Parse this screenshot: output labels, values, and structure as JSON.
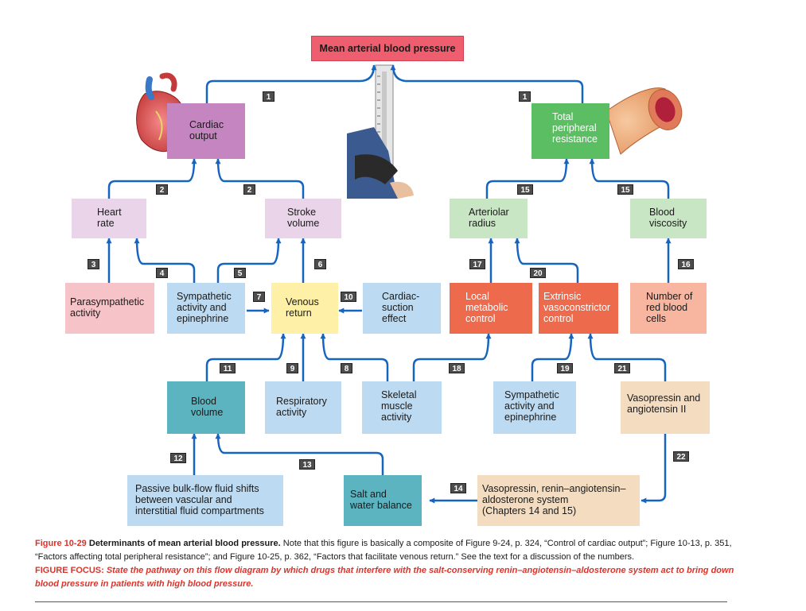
{
  "colors": {
    "arrow": "#1565c0",
    "top_box": "#ef5e6e",
    "purple": "#c485c0",
    "light_purple": "#ead4ea",
    "green": "#5cbe62",
    "light_green": "#c8e6c4",
    "pink": "#f6c3c8",
    "blue": "#bcdaf1",
    "yellow": "#fff0a8",
    "orange": "#ee6a4c",
    "salmon": "#f8b5a0",
    "teal": "#5cb4c0",
    "tan": "#f4dcc0",
    "number_badge": "#4d4d4d",
    "caption_accent": "#d9342b"
  },
  "nodes": {
    "mabp": "Mean arterial blood pressure",
    "cardiac_output": "Cardiac\noutput",
    "tpr": "Total\nperipheral\nresistance",
    "heart_rate": "Heart\nrate",
    "stroke_volume": "Stroke\nvolume",
    "arteriolar_radius": "Arteriolar\nradius",
    "blood_viscosity": "Blood\nviscosity",
    "parasympathetic": "Parasympathetic\nactivity",
    "sympathetic_epi": "Sympathetic\nactivity and\nepinephrine",
    "venous_return": "Venous\nreturn",
    "cardiac_suction": "Cardiac-\nsuction\neffect",
    "local_metabolic": "Local\nmetabolic\ncontrol",
    "extrinsic": "Extrinsic\nvasoconstrictor\ncontrol",
    "rbc": "Number of\nred blood\ncells",
    "blood_volume": "Blood\nvolume",
    "respiratory": "Respiratory\nactivity",
    "skeletal": "Skeletal\nmuscle\nactivity",
    "sympathetic_epi_2": "Sympathetic\nactivity and\nepinephrine",
    "vasopressin_angio": "Vasopressin and\nangiotensin II",
    "passive_bulk": "Passive bulk-flow fluid shifts\nbetween vascular and\ninterstitial fluid compartments",
    "salt_water": "Salt and\nwater balance",
    "raas": "Vasopressin, renin–angiotensin–\naldosterone system\n(Chapters 14 and 15)"
  },
  "step_numbers": {
    "n1a": "1",
    "n1b": "1",
    "n2a": "2",
    "n2b": "2",
    "n15a": "15",
    "n15b": "15",
    "n3": "3",
    "n4": "4",
    "n5": "5",
    "n6": "6",
    "n7": "7",
    "n10": "10",
    "n17": "17",
    "n20": "20",
    "n16": "16",
    "n11": "11",
    "n9": "9",
    "n8": "8",
    "n18": "18",
    "n19": "19",
    "n21": "21",
    "n12": "12",
    "n13": "13",
    "n14": "14",
    "n22": "22"
  },
  "caption": {
    "figure_label": "Figure 10-29",
    "title": "Determinants of mean arterial blood pressure.",
    "body": "Note that this figure is basically a composite of Figure 9-24, p. 324, “Control of cardiac output”; Figure 10-13, p. 351, “Factors affecting total peripheral resistance”; and Figure 10-25, p. 362, “Factors that facilitate venous return.” See the text for a discussion of the numbers.",
    "focus_label": "FIGURE FOCUS:",
    "focus_text": "State the pathway on this flow diagram by which drugs that interfere with the salt-conserving renin–angiotensin–aldosterone system act to bring down blood pressure in patients with high blood pressure."
  }
}
